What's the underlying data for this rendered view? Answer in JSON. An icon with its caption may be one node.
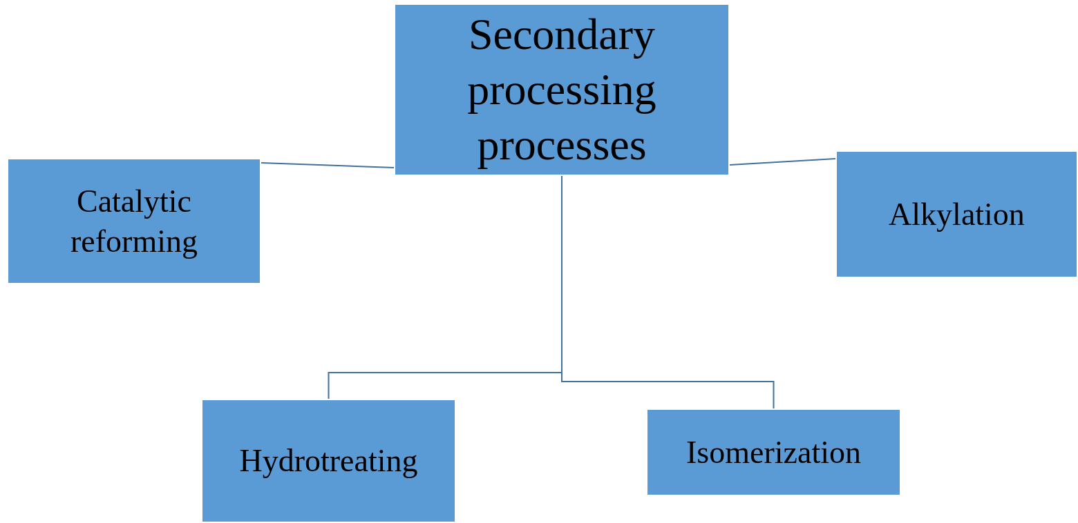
{
  "diagram": {
    "nodes": [
      {
        "text": [
          "Secondary processing processes"
        ]
      },
      {
        "text": [
          "Catalytic reforming"
        ]
      },
      {
        "text": [
          "Alkylation"
        ]
      },
      {
        "text": [
          "Hydrotreating"
        ]
      },
      {
        "text": [
          "Isomerization"
        ]
      }
    ],
    "edges": [
      {
        "from": 0,
        "to": 1,
        "arrow": "none"
      },
      {
        "from": 0,
        "to": 2,
        "arrow": "none"
      },
      {
        "from": 0,
        "to": 3,
        "arrow": "none"
      },
      {
        "from": 0,
        "to": 4,
        "arrow": "none"
      }
    ]
  }
}
